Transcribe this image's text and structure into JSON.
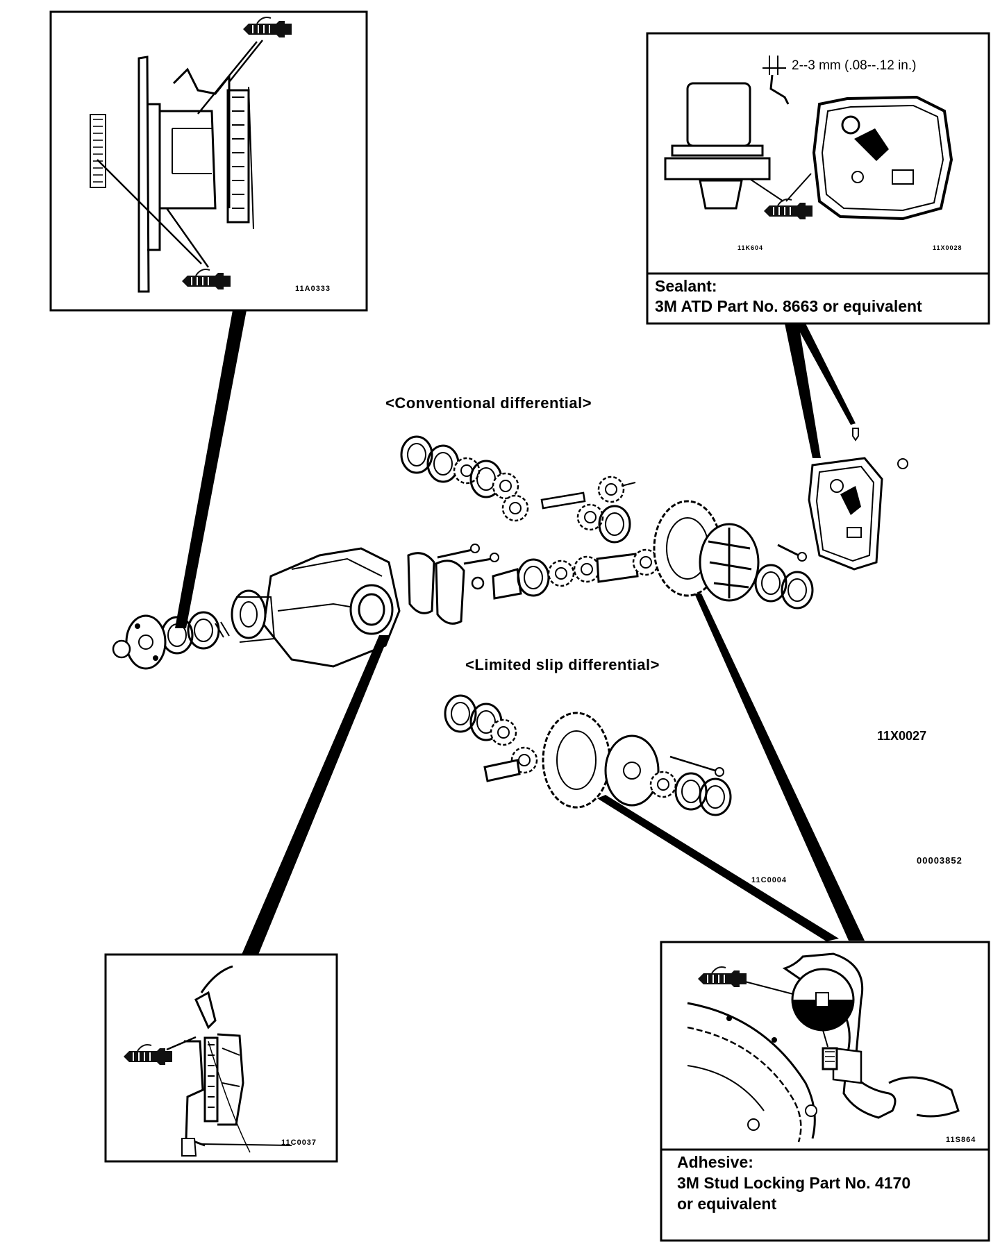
{
  "headings": {
    "conventional": "<Conventional differential>",
    "limited_slip": "<Limited slip differential>"
  },
  "callouts": {
    "top_left_code": "11A0333",
    "top_right_dimension": "2--3 mm (.08--.12 in.)",
    "top_right_code_left": "11K604",
    "top_right_code_right": "11X0028",
    "bottom_left_code": "11C0037",
    "bottom_right_code": "11S864"
  },
  "center_codes": {
    "main": "11X0027",
    "doc": "00003852",
    "lsd": "11C0004"
  },
  "notes": {
    "sealant_title": "Sealant:",
    "sealant_text": "3M ATD Part No. 8663 or equivalent",
    "adhesive_title": "Adhesive:",
    "adhesive_line1": "3M Stud Locking Part No. 4170",
    "adhesive_line2": "or equivalent"
  },
  "icons": {
    "applicator": "sealant-tube-icon"
  }
}
